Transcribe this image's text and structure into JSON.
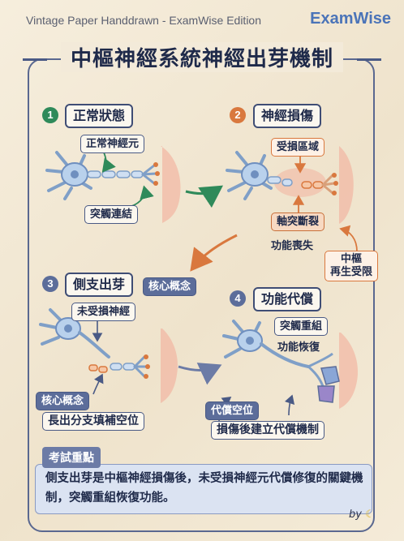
{
  "header": {
    "edition": "Vintage Paper Handdrawn - ExamWise Edition",
    "brand": "ExamWise"
  },
  "title": "中樞神經系統神經出芽機制",
  "stages": [
    {
      "number": "1",
      "label": "正常狀態",
      "color": "#2f8a5a"
    },
    {
      "number": "2",
      "label": "神經損傷",
      "color": "#d9783e"
    },
    {
      "number": "3",
      "label": "側支出芽",
      "color": "#5c6d9a"
    },
    {
      "number": "4",
      "label": "功能代償",
      "color": "#5c6d9a"
    }
  ],
  "stage1": {
    "neuron_tag": "正常神經元",
    "synapse_tag": "突觸連結"
  },
  "stage2": {
    "injury_area": "受損區域",
    "axon_break": "軸突斷裂",
    "function_loss": "功能喪失",
    "cns_line1": "中樞",
    "cns_line2": "再生受限"
  },
  "stage3": {
    "concept_badge": "核心概念",
    "uninjured_tag": "未受損神經",
    "concept_tag": "核心概念",
    "branch_desc": "長出分支填補空位"
  },
  "stage4": {
    "synapse_reorg": "突觸重組",
    "function_restore": "功能恢復",
    "compensate_tag": "代償空位",
    "mechanism": "損傷後建立代償機制"
  },
  "exam": {
    "tag": "考試重點",
    "text": "側支出芽是中樞神經損傷後，未受損神經元代償修復的關鍵機制，突觸重組恢復功能。"
  },
  "signature": "by",
  "colors": {
    "frame": "#4a5a85",
    "neuron": "#b9d1ec",
    "tissue": "#f2b8a4",
    "arrow_green": "#2f8a5a",
    "arrow_orange": "#d9783e",
    "arrow_purple": "#6c7ba6"
  }
}
